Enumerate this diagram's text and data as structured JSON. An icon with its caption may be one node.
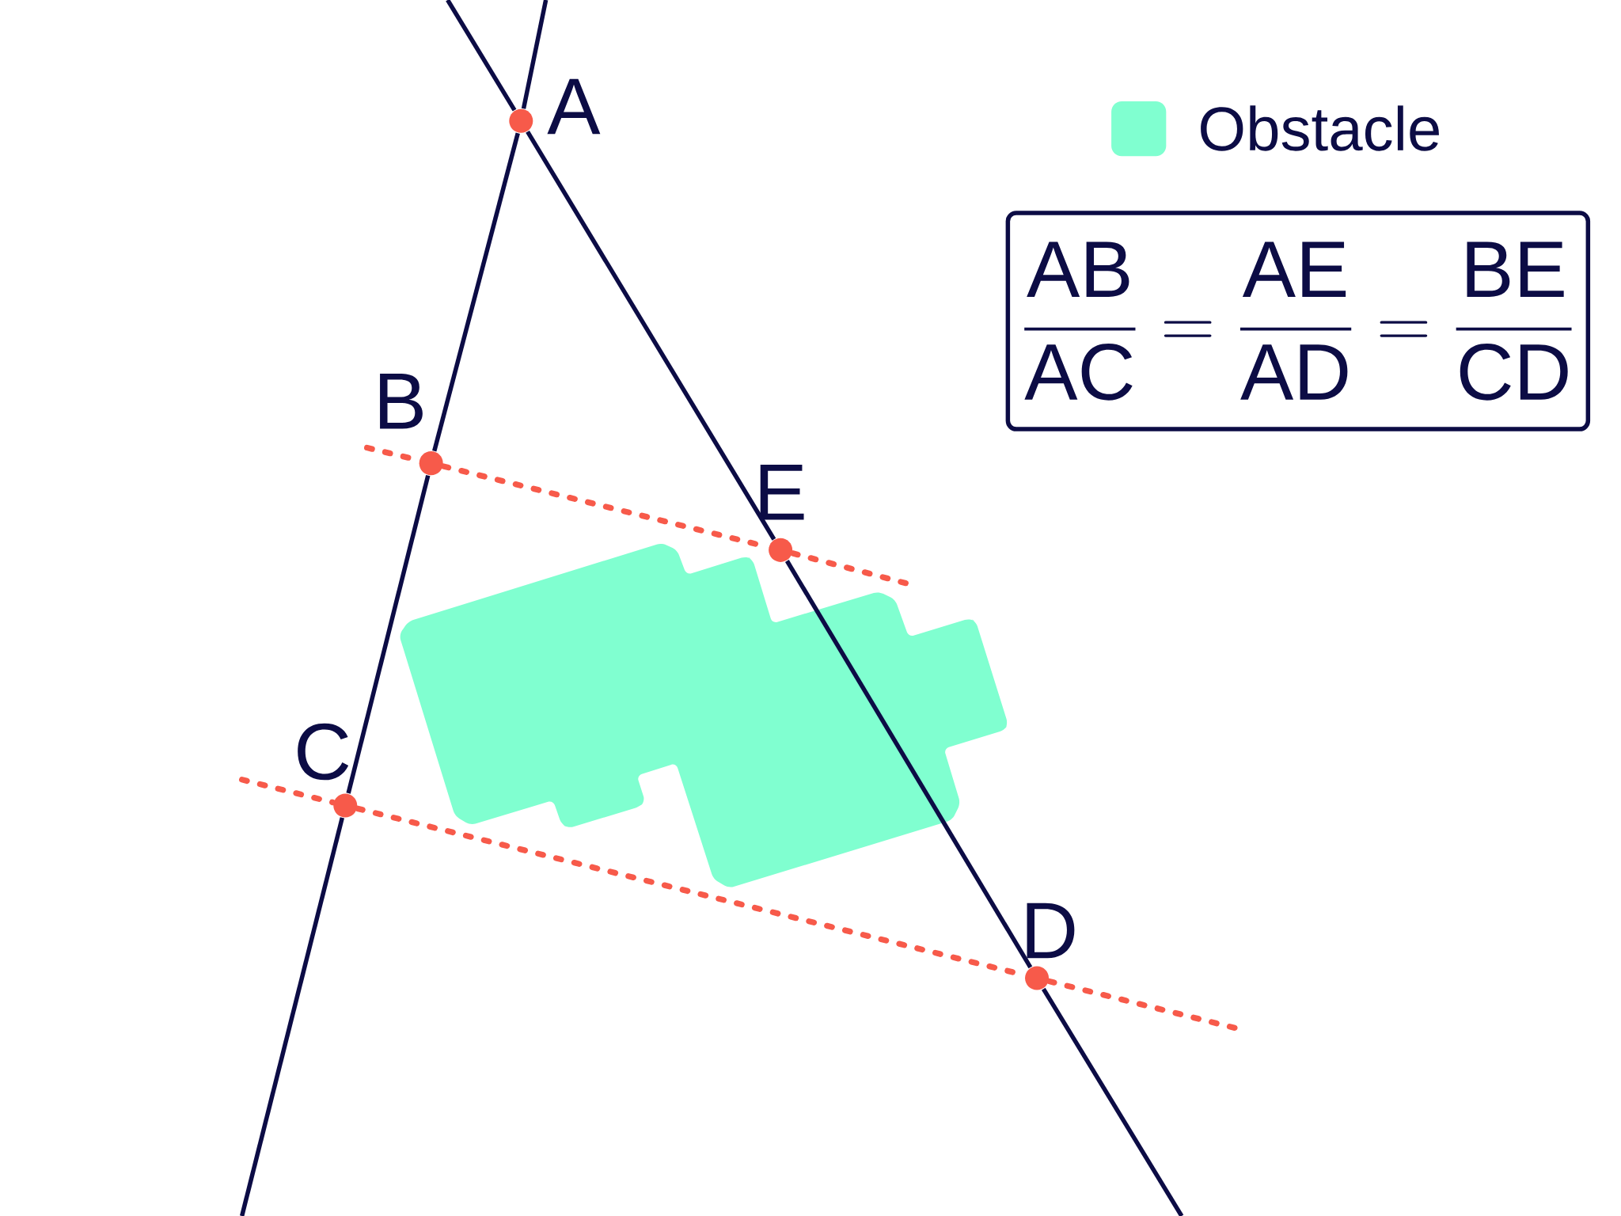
{
  "diagram": {
    "nodes": [
      {
        "text": [
          "A"
        ]
      },
      {
        "text": [
          "B"
        ]
      },
      {
        "text": [
          "C"
        ]
      },
      {
        "text": [
          "D"
        ]
      },
      {
        "text": [
          "E"
        ]
      },
      {
        "text": [
          "\\frac{\\mathrm{AB}}{\\mathrm{AC}}=\\frac{\\mathrm{AE}}{\\mathrm{AD}}=\\frac{\\mathrm{BE}}{\\mathrm{CD}}"
        ]
      }
    ],
    "edges": [
      {
        "from": null,
        "to": 0,
        "arrow": "none"
      },
      {
        "from": 0,
        "to": 1,
        "arrow": "none"
      },
      {
        "from": 1,
        "to": 2,
        "arrow": "none"
      },
      {
        "from": 2,
        "to": null,
        "arrow": "none"
      },
      {
        "from": null,
        "to": 0,
        "arrow": "none"
      },
      {
        "from": 0,
        "to": 4,
        "arrow": "none"
      },
      {
        "from": 4,
        "to": 3,
        "arrow": "none"
      },
      {
        "from": 3,
        "to": null,
        "arrow": "none"
      },
      {
        "from": null,
        "to": 1,
        "arrow": "none",
        "style": "dashed",
        "color": "#f75a4a"
      },
      {
        "from": 1,
        "to": 4,
        "arrow": "none",
        "style": "dashed",
        "color": "#f75a4a"
      },
      {
        "from": 4,
        "to": null,
        "arrow": "none",
        "style": "dashed",
        "color": "#f75a4a"
      },
      {
        "from": null,
        "to": 2,
        "arrow": "none",
        "style": "dashed",
        "color": "#f75a4a"
      },
      {
        "from": 2,
        "to": 3,
        "arrow": "none",
        "style": "dashed",
        "color": "#f75a4a"
      },
      {
        "from": 3,
        "to": null,
        "arrow": "none",
        "style": "dashed",
        "color": "#f75a4a"
      }
    ],
    "legend": [
      {
        "text": "Obstacle",
        "color": "#80ffd0"
      }
    ]
  }
}
